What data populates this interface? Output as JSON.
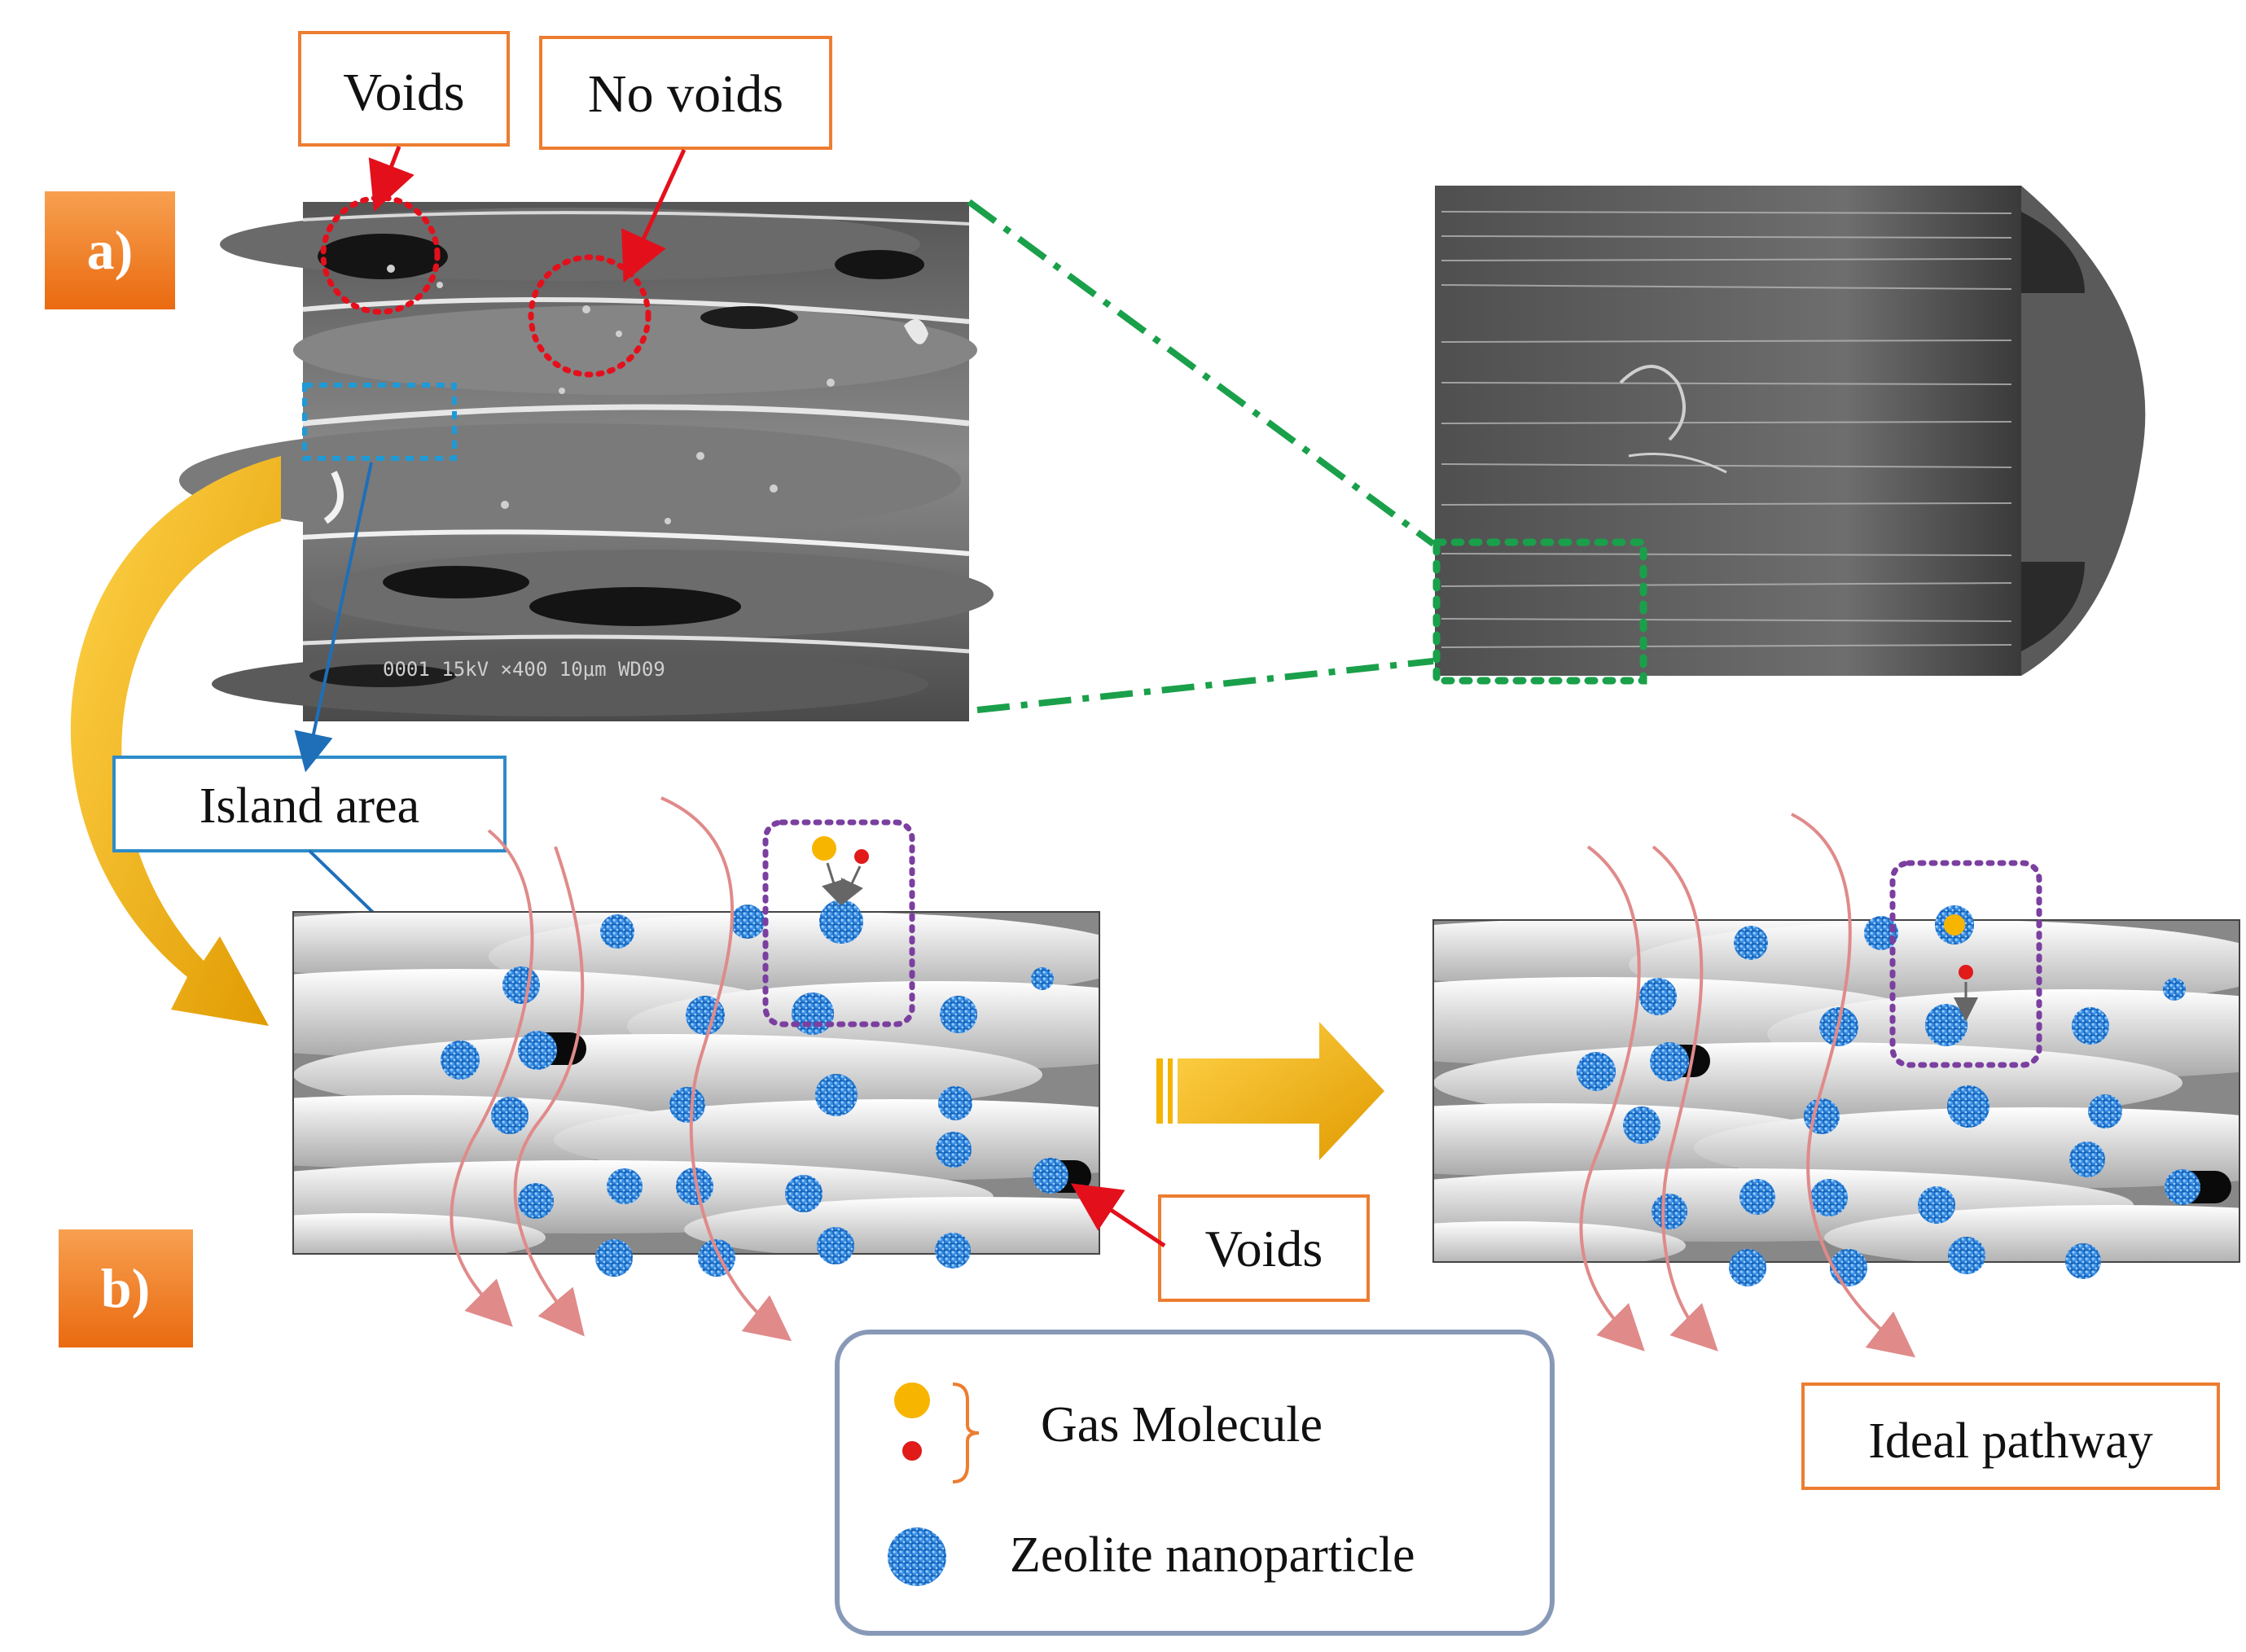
{
  "panels": {
    "a": "a)",
    "b": "b)"
  },
  "labels": {
    "voids_top": "Voids",
    "no_voids": "No voids",
    "island_area": "Island area",
    "voids_bottom": "Voids",
    "ideal_pathway": "Ideal pathway"
  },
  "legend": {
    "gas_molecule": "Gas Molecule",
    "zeolite": "Zeolite nanoparticle"
  },
  "micrograph": {
    "caption": "0001 15kV ×400 10μm WD09"
  },
  "colors": {
    "panel_badge": "#f07d22",
    "callout_orange_border": "#ed7d31",
    "callout_blue_border": "#2e8bc9",
    "void_circle": "#e3101c",
    "island_box": "#1e9ad6",
    "zoom_line": "#1aa04a",
    "zoom_box": "#1aa04a",
    "arrow_gold": "#f5b400",
    "pathway": "#e08a8a",
    "highlight_box": "#7b3fa0",
    "zeolite_blue": "#1a78d2",
    "gas_yellow": "#f7b500",
    "gas_red": "#e11a1a",
    "legend_border": "#8899b8"
  },
  "icons": [
    "down-arrow-icon",
    "right-arrow-icon",
    "curved-arrow-icon"
  ]
}
